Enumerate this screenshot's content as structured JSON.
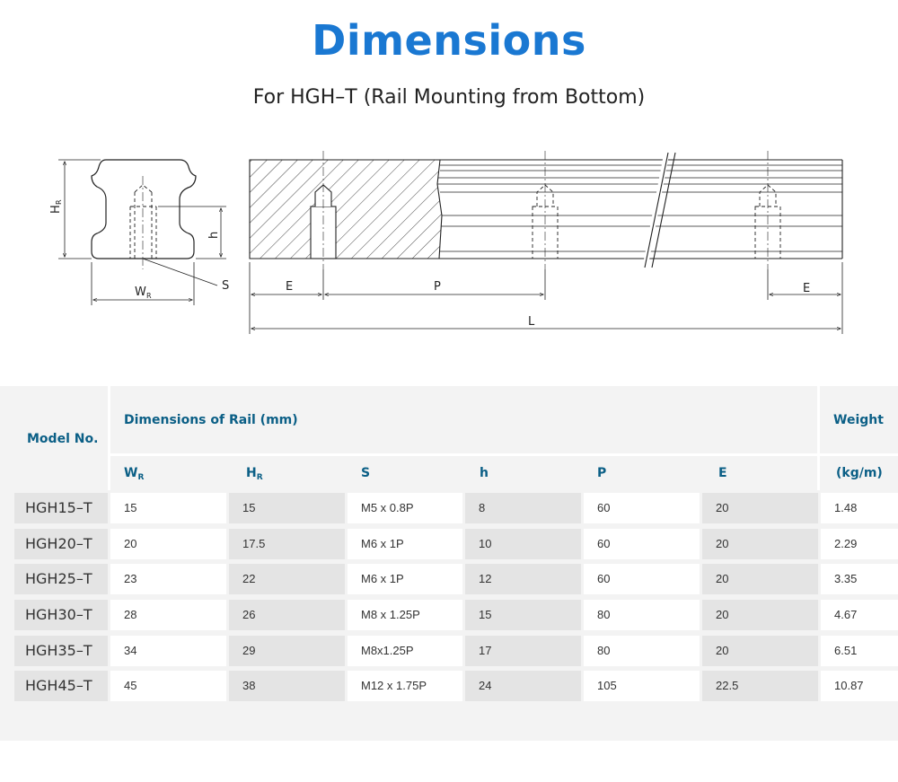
{
  "header": {
    "title": "Dimensions",
    "subtitle": "For HGH–T (Rail Mounting from Bottom)"
  },
  "drawing_labels": {
    "hr": "H",
    "hr_sub": "R",
    "h": "h",
    "s": "S",
    "wr": "W",
    "wr_sub": "R",
    "e_left": "E",
    "p": "P",
    "e_right": "E",
    "l": "L"
  },
  "table": {
    "model_header": "Model No.",
    "group_header": "Dimensions of Rail (mm)",
    "weight_header": "Weight",
    "weight_unit": "(kg/m)",
    "columns": [
      {
        "main": "W",
        "sub": "R"
      },
      {
        "main": "H",
        "sub": "R"
      },
      {
        "main": "S",
        "sub": ""
      },
      {
        "main": "h",
        "sub": ""
      },
      {
        "main": "P",
        "sub": ""
      },
      {
        "main": "E",
        "sub": ""
      }
    ],
    "rows": [
      {
        "model": "HGH15–T",
        "values": [
          "15",
          "15",
          "M5 x 0.8P",
          "8",
          "60",
          "20"
        ],
        "weight": "1.48"
      },
      {
        "model": "HGH20–T",
        "values": [
          "20",
          "17.5",
          "M6 x 1P",
          "10",
          "60",
          "20"
        ],
        "weight": "2.29"
      },
      {
        "model": "HGH25–T",
        "values": [
          "23",
          "22",
          "M6 x 1P",
          "12",
          "60",
          "20"
        ],
        "weight": "3.35"
      },
      {
        "model": "HGH30–T",
        "values": [
          "28",
          "26",
          "M8 x 1.25P",
          "15",
          "80",
          "20"
        ],
        "weight": "4.67"
      },
      {
        "model": "HGH35–T",
        "values": [
          "34",
          "29",
          "M8x1.25P",
          "17",
          "80",
          "20"
        ],
        "weight": "6.51"
      },
      {
        "model": "HGH45–T",
        "values": [
          "45",
          "38",
          "M12 x 1.75P",
          "24",
          "105",
          "22.5"
        ],
        "weight": "10.87"
      }
    ]
  },
  "colors": {
    "title": "#1a78d2",
    "table_header": "#0b5f86",
    "table_bg": "#f3f3f3",
    "cell_dark": "#e4e4e4"
  }
}
